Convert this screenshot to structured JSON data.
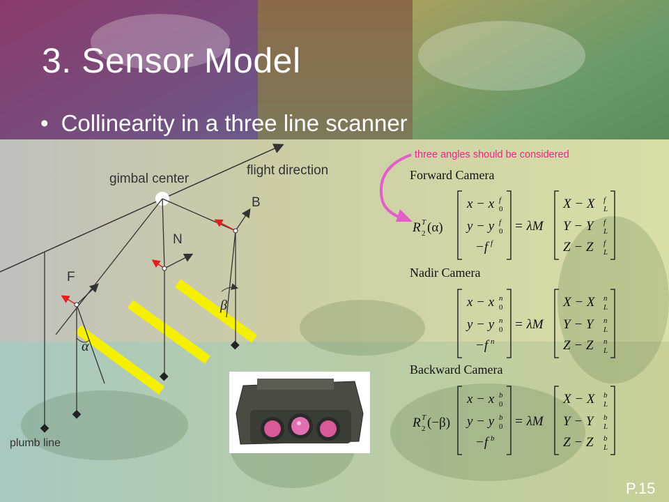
{
  "slide": {
    "title": "3. Sensor Model",
    "bullet": "Collinearity in a three line scanner",
    "note": "three angles should be considered",
    "page": "P.15"
  },
  "diagram": {
    "labels": {
      "gimbal_center": "gimbal center",
      "flight_direction": "flight direction",
      "B": "B",
      "N": "N",
      "F": "F",
      "plumb_line": "plumb line",
      "alpha": "α",
      "beta": "β"
    }
  },
  "equations": {
    "forward": {
      "title": "Forward Camera",
      "rotation": "R",
      "rot_sup": "T",
      "rot_sub": "2",
      "rot_arg": "(α)",
      "left": [
        "x − x",
        "y − y",
        "−f"
      ],
      "left_sup": [
        "",
        "",
        "f"
      ],
      "left_sub": [
        "0",
        "0",
        ""
      ],
      "left_sup2": [
        "f",
        "f",
        ""
      ],
      "eq": "= λM",
      "right": [
        "X − X",
        "Y − Y",
        "Z − Z"
      ],
      "right_sub": [
        "L",
        "L",
        "L"
      ],
      "right_sup": [
        "f",
        "f",
        "f"
      ]
    },
    "nadir": {
      "title": "Nadir Camera",
      "left": [
        "x − x",
        "y − y",
        "−f"
      ],
      "left_sub": [
        "0",
        "0",
        ""
      ],
      "left_sup2": [
        "n",
        "n",
        ""
      ],
      "left_sup": [
        "",
        "",
        "n"
      ],
      "eq": "= λM",
      "right": [
        "X − X",
        "Y − Y",
        "Z − Z"
      ],
      "right_sub": [
        "L",
        "L",
        "L"
      ],
      "right_sup": [
        "n",
        "n",
        "n"
      ]
    },
    "backward": {
      "title": "Backward Camera",
      "rotation": "R",
      "rot_sup": "T",
      "rot_sub": "2",
      "rot_arg": "(−β)",
      "left": [
        "x − x",
        "y − y",
        "−f"
      ],
      "left_sub": [
        "0",
        "0",
        ""
      ],
      "left_sup2": [
        "b",
        "b",
        ""
      ],
      "left_sup": [
        "",
        "",
        "b"
      ],
      "eq": "= λM",
      "right": [
        "X − X",
        "Y − Y",
        "Z − Z"
      ],
      "right_sub": [
        "L",
        "L",
        "L"
      ],
      "right_sup": [
        "b",
        "b",
        "b"
      ]
    }
  },
  "colors": {
    "accent_pink": "#e8248a",
    "yellow_strip": "#f5f000",
    "arrow_red": "#e02020"
  },
  "icons": {
    "camera_photo": "three-line-scanner-camera-photo"
  }
}
